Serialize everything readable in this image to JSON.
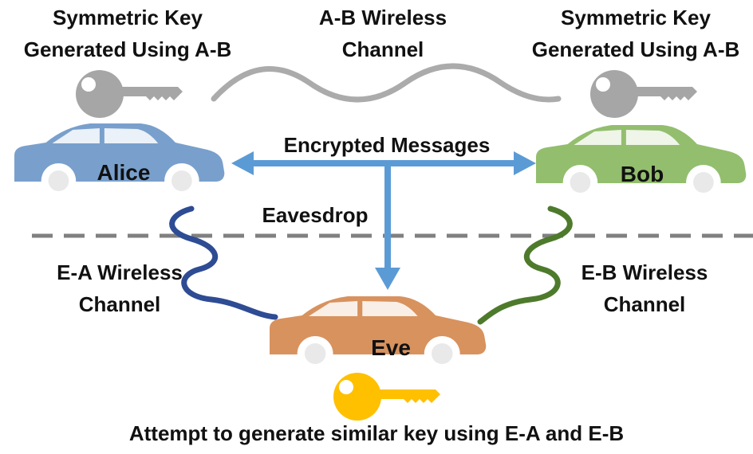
{
  "labels": {
    "alice_key_line1": "Symmetric Key",
    "alice_key_line2": "Generated Using A-B",
    "ab_channel_line1": "A-B Wireless",
    "ab_channel_line2": "Channel",
    "bob_key_line1": "Symmetric Key",
    "bob_key_line2": "Generated Using A-B",
    "encrypted": "Encrypted Messages",
    "eavesdrop": "Eavesdrop",
    "ea_channel_line1": "E-A Wireless",
    "ea_channel_line2": "Channel",
    "eb_channel_line1": "E-B Wireless",
    "eb_channel_line2": "Channel",
    "caption": "Attempt to generate similar key using E-A and E-B"
  },
  "cars": {
    "alice": "Alice",
    "bob": "Bob",
    "eve": "Eve"
  },
  "colors": {
    "alice_car": "#79A0CC",
    "bob_car": "#93BE6E",
    "eve_car": "#D8925E",
    "arrow": "#5B9BD5",
    "key_gray": "#A6A6A6",
    "key_gold": "#FFC000",
    "ab_wave": "#ABABAB",
    "ea_wave": "#2E4C94",
    "eb_wave": "#4E7A2C",
    "dashed_line": "#808080"
  },
  "icons": [
    "alice-key-icon",
    "bob-key-icon",
    "eve-key-icon",
    "alice-car-icon",
    "bob-car-icon",
    "eve-car-icon"
  ]
}
